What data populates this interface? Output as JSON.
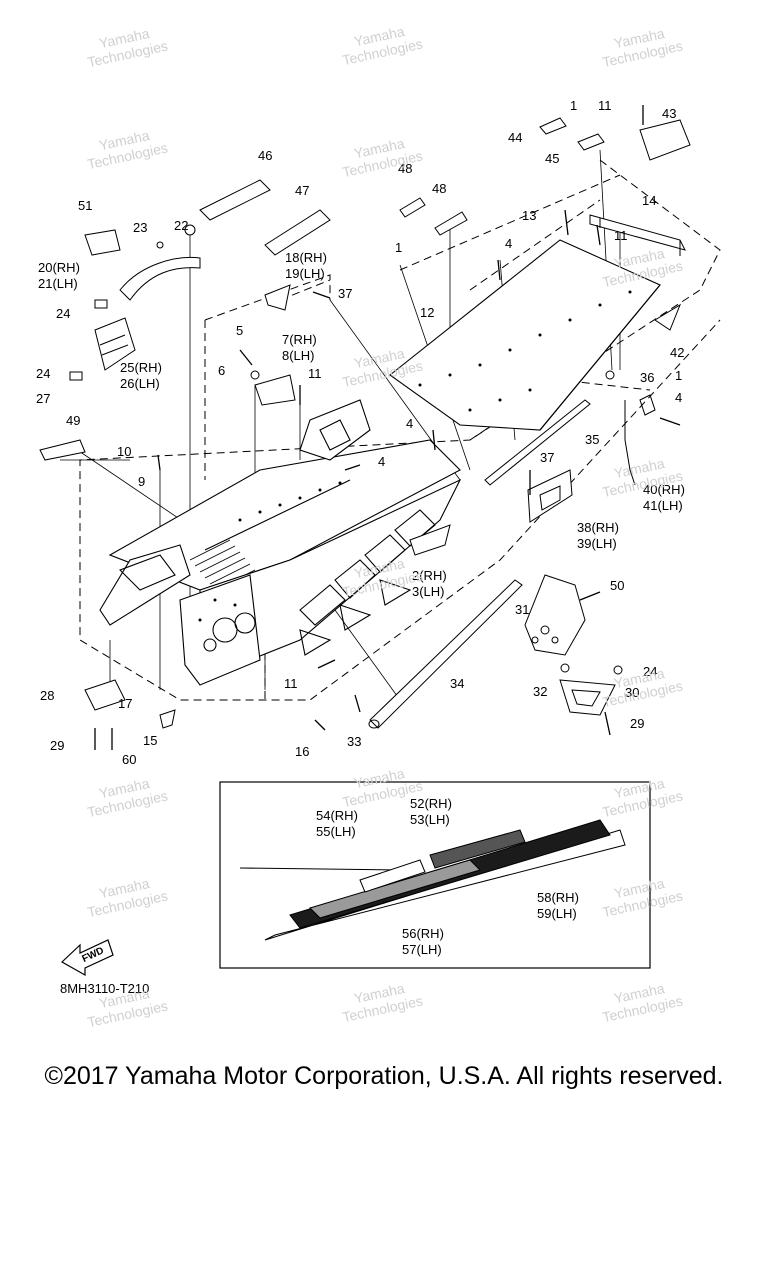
{
  "diagram_code": "8MH3110-T210",
  "fwd_label": "FWD",
  "copyright": "©2017 Yamaha Motor Corporation, U.S.A. All rights reserved.",
  "watermark": "Yamaha\nTechnologies",
  "callouts": {
    "c1a": "1",
    "c1b": "1",
    "c1c": "1",
    "c4a": "4",
    "c4b": "4",
    "c4c": "4",
    "c4d": "4",
    "c11a": "11",
    "c11b": "11",
    "c11c": "11",
    "c11d": "11",
    "c5": "5",
    "c6": "6",
    "c7": "7(RH)",
    "c8": "8(LH)",
    "c9": "9",
    "c10": "10",
    "c12": "12",
    "c13": "13",
    "c14": "14",
    "c15": "15",
    "c16": "16",
    "c17": "17",
    "c18": "18(RH)",
    "c19": "19(LH)",
    "c20": "20(RH)",
    "c21": "21(LH)",
    "c22": "22",
    "c23": "23",
    "c24a": "24",
    "c24b": "24",
    "c24c": "24",
    "c25": "25(RH)",
    "c26": "26(LH)",
    "c27": "27",
    "c28": "28",
    "c29a": "29",
    "c29b": "29",
    "c2": "2(RH)",
    "c3": "3(LH)",
    "c30": "30",
    "c31": "31",
    "c32": "32",
    "c33": "33",
    "c34": "34",
    "c35": "35",
    "c36": "36",
    "c37a": "37",
    "c37b": "37",
    "c38": "38(RH)",
    "c39": "39(LH)",
    "c40": "40(RH)",
    "c41": "41(LH)",
    "c42": "42",
    "c43": "43",
    "c44": "44",
    "c45": "45",
    "c46": "46",
    "c47": "47",
    "c48a": "48",
    "c48b": "48",
    "c49": "49",
    "c50": "50",
    "c51": "51",
    "c52": "52(RH)",
    "c53": "53(LH)",
    "c54": "54(RH)",
    "c55": "55(LH)",
    "c56": "56(RH)",
    "c57": "57(LH)",
    "c58": "58(RH)",
    "c59": "59(LH)",
    "c60": "60"
  }
}
